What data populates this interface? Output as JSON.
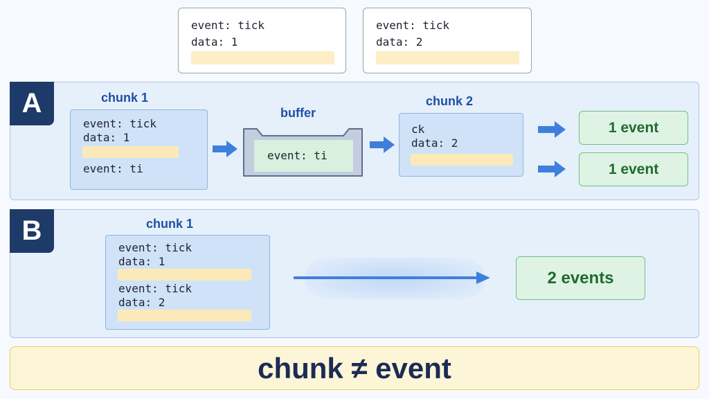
{
  "top_cards": [
    {
      "line1": "event: tick",
      "line2": "data: 1"
    },
    {
      "line1": "event: tick",
      "line2": "data: 2"
    }
  ],
  "section_a": {
    "badge": "A",
    "chunk1": {
      "title": "chunk 1",
      "line1": "event: tick",
      "line2": "data: 1",
      "line3": "event: ti"
    },
    "buffer": {
      "title": "buffer",
      "content": "event: ti"
    },
    "chunk2": {
      "title": "chunk 2",
      "line1": "ck",
      "line2": "data: 2"
    },
    "events": [
      "1 event",
      "1 event"
    ]
  },
  "section_b": {
    "badge": "B",
    "chunk1": {
      "title": "chunk 1",
      "line1": "event: tick",
      "line2": "data: 1",
      "line3": "event: tick",
      "line4": "data: 2"
    },
    "events": "2 events"
  },
  "footer": {
    "text": "chunk ≠ event"
  },
  "colors": {
    "arrow": "#3f7fdc",
    "badge": "#1e3a68",
    "title": "#1e4fa6",
    "event_text": "#1f6b2f",
    "footer_text": "#1b2b55"
  },
  "icons": {
    "arrow": "arrow-right-icon"
  }
}
